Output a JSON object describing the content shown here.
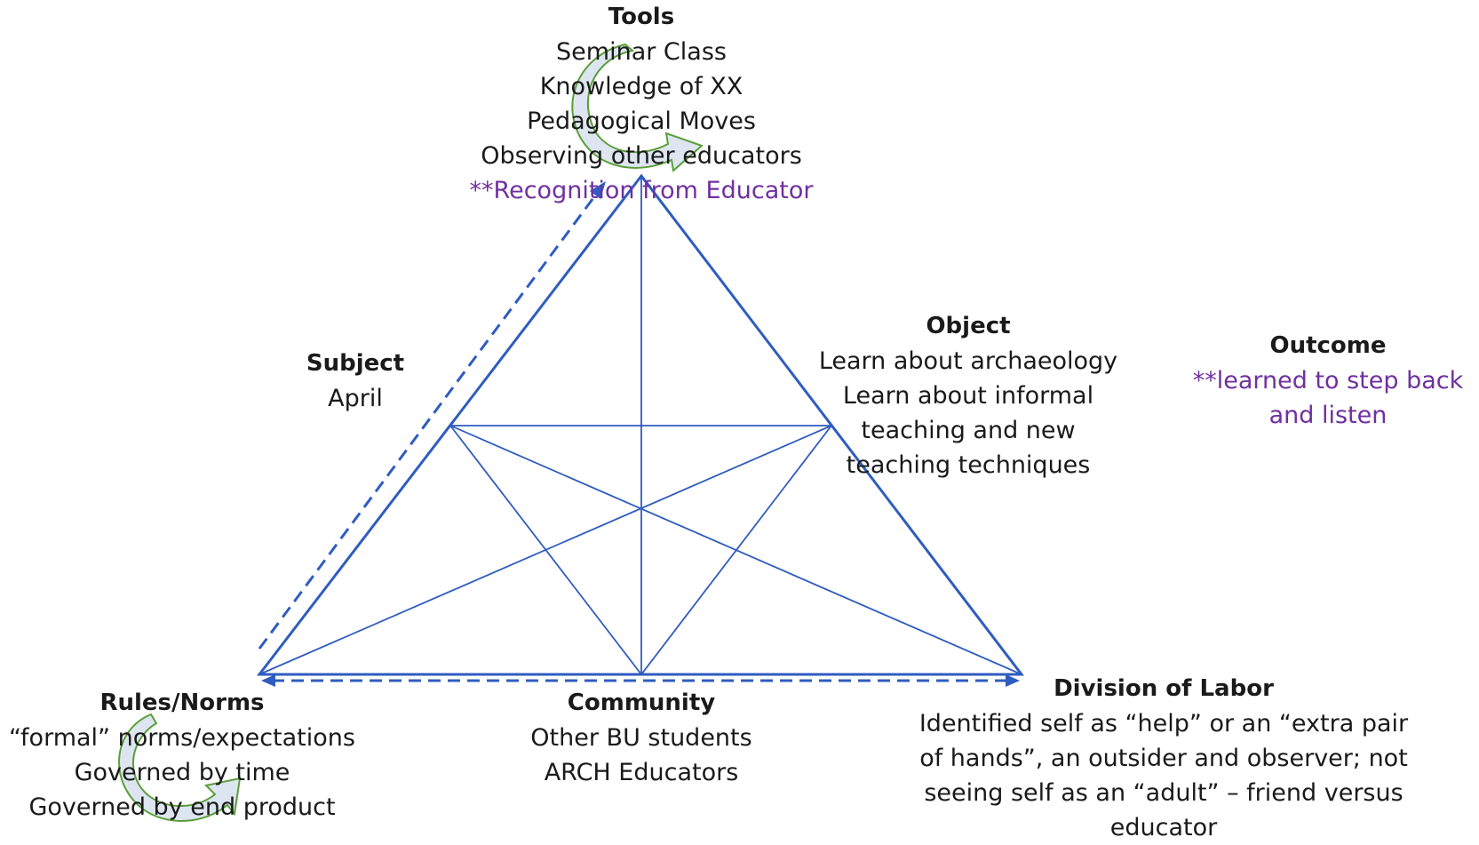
{
  "tools": {
    "heading": "Tools",
    "lines": [
      "Seminar Class",
      "Knowledge of XX",
      "Pedagogical Moves",
      "Observing other educators"
    ],
    "highlight": "**Recognition from Educator"
  },
  "subject": {
    "heading": "Subject",
    "lines": [
      "April"
    ]
  },
  "object": {
    "heading": "Object",
    "lines": [
      "Learn about archaeology",
      "Learn about informal",
      "teaching and new",
      "teaching techniques"
    ]
  },
  "outcome": {
    "heading": "Outcome",
    "lines": [
      "**learned to step back",
      "and listen"
    ]
  },
  "rules": {
    "heading": "Rules/Norms",
    "lines": [
      "“formal” norms/expectations",
      "Governed by time",
      "Governed by end product"
    ]
  },
  "community": {
    "heading": "Community",
    "lines": [
      "Other BU students",
      "ARCH Educators"
    ]
  },
  "division": {
    "heading": "Division of Labor",
    "lines": [
      "Identified self as “help” or an “extra pair",
      "of hands”, an outsider and observer; not",
      "seeing self as an “adult” – friend versus",
      "educator"
    ]
  },
  "colors": {
    "line": "#2f5cc0",
    "highlight": "#7030a0",
    "arrow_fill": "#dde6f0",
    "arrow_stroke": "#5a9e3a"
  }
}
